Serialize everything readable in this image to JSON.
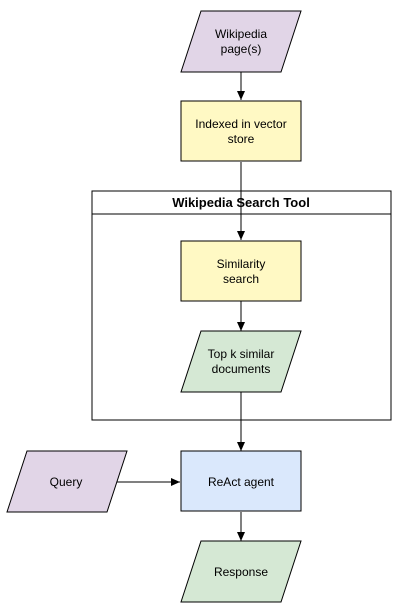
{
  "diagram": {
    "nodes": {
      "wiki_pages": {
        "lines": [
          "Wikipedia",
          "page(s)"
        ],
        "fill": "#e1d5e7"
      },
      "indexed": {
        "lines": [
          "Indexed in vector",
          "store"
        ],
        "fill": "#fff9c4"
      },
      "similarity": {
        "lines": [
          "Similarity",
          "search"
        ],
        "fill": "#fff9c4"
      },
      "top_k": {
        "lines": [
          "Top k similar",
          "documents"
        ],
        "fill": "#d5e8d4"
      },
      "query": {
        "lines": [
          "Query"
        ],
        "fill": "#e1d5e7"
      },
      "react": {
        "lines": [
          "ReAct agent"
        ],
        "fill": "#dae8fc"
      },
      "response": {
        "lines": [
          "Response"
        ],
        "fill": "#d5e8d4"
      }
    },
    "group": {
      "title": "Wikipedia Search Tool"
    },
    "edges": [
      {
        "from": "wiki_pages",
        "to": "indexed"
      },
      {
        "from": "indexed",
        "to": "similarity"
      },
      {
        "from": "similarity",
        "to": "top_k"
      },
      {
        "from": "top_k",
        "to": "react"
      },
      {
        "from": "query",
        "to": "react"
      },
      {
        "from": "react",
        "to": "response"
      }
    ]
  }
}
